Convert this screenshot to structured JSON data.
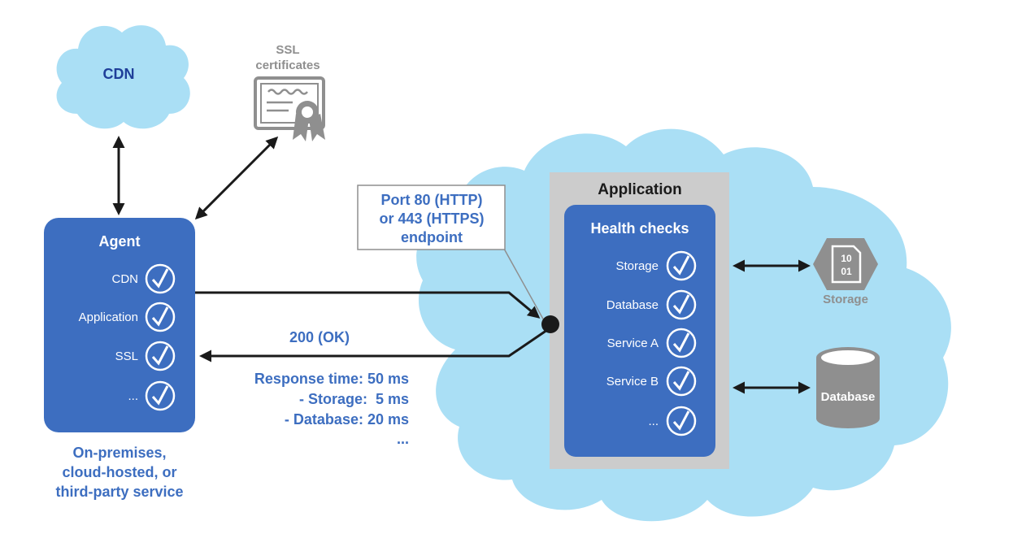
{
  "colors": {
    "cloud": "#aadff5",
    "agent_box": "#3d6ec0",
    "app_frame": "#cccccc",
    "title_blue": "#1f3f99",
    "text_blue": "#3d6ec0",
    "gray": "#8f8f8f",
    "arrow": "#1a1a1a"
  },
  "cdn": {
    "label": "CDN"
  },
  "ssl": {
    "line1": "SSL",
    "line2": "certificates"
  },
  "agent": {
    "title": "Agent",
    "checks": [
      "CDN",
      "Application",
      "SSL",
      "..."
    ],
    "caption": [
      "On-premises,",
      "cloud-hosted, or",
      "third-party service"
    ]
  },
  "endpoint": {
    "lines": [
      "Port 80 (HTTP)",
      "or 443 (HTTPS)",
      "endpoint"
    ]
  },
  "response": {
    "status": "200 (OK)",
    "lines": [
      "Response time: 50 ms",
      "- Storage:  5 ms",
      "- Database: 20 ms",
      "..."
    ]
  },
  "application": {
    "title": "Application",
    "health_title": "Health checks",
    "checks": [
      "Storage",
      "Database",
      "Service A",
      "Service B",
      "..."
    ]
  },
  "storage": {
    "label": "Storage",
    "bits_top": "10",
    "bits_bottom": "01"
  },
  "database": {
    "label": "Database"
  },
  "icons": {
    "check": "check-circle-icon",
    "cloud": "cloud-icon",
    "certificate": "certificate-icon",
    "storage": "storage-hexagon-icon",
    "database": "database-cylinder-icon"
  }
}
